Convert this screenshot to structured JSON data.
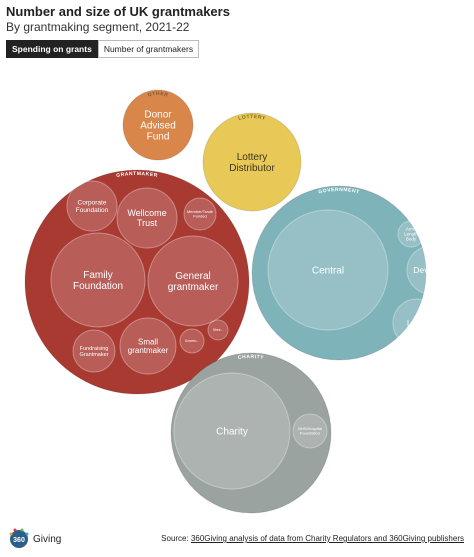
{
  "header": {
    "title": "Number and size of UK grantmakers",
    "subtitle": "By grantmaking segment, 2021-22"
  },
  "toggles": [
    {
      "label": "Spending on grants",
      "active": true
    },
    {
      "label": "Number of grantmakers",
      "active": false
    }
  ],
  "footer": {
    "logo_text": "Giving",
    "logo_mark": "360",
    "source_prefix": "Source: ",
    "source_link": "360Giving analysis of data from Charity Regulators and 360Giving publishers"
  },
  "colors": {
    "other": "#d9864a",
    "lottery": "#e8c957",
    "grantmaker": "#a93a32",
    "government": "#7fb3ba",
    "charity": "#9aa39f"
  },
  "chart_data": {
    "type": "packed-bubble",
    "title": "Number and size of UK grantmakers",
    "measure": "Spending on grants",
    "groups": [
      {
        "key": "other",
        "label": "OTHER",
        "children": [
          {
            "name": "Donor Advised Fund",
            "label_lines": [
              "Donor",
              "Advised",
              "Fund"
            ]
          }
        ]
      },
      {
        "key": "lottery",
        "label": "LOTTERY",
        "children": [
          {
            "name": "Lottery Distributor",
            "label_lines": [
              "Lottery",
              "Distributor"
            ]
          }
        ]
      },
      {
        "key": "grantmaker",
        "label": "GRANTMAKER",
        "children": [
          {
            "name": "Family Foundation",
            "label_lines": [
              "Family",
              "Foundation"
            ]
          },
          {
            "name": "General grantmaker",
            "label_lines": [
              "General",
              "grantmaker"
            ]
          },
          {
            "name": "Small grantmaker",
            "label_lines": [
              "Small",
              "grantmaker"
            ]
          },
          {
            "name": "Wellcome Trust",
            "label_lines": [
              "Wellcome",
              "Trust"
            ]
          },
          {
            "name": "Corporate Foundation",
            "label_lines": [
              "Corporate",
              "Foundation"
            ]
          },
          {
            "name": "Fundraising Grantmaker",
            "label_lines": [
              "Fundraising",
              "Grantmaker"
            ]
          },
          {
            "name": "Member/Trade Funded",
            "label_lines": [
              "Member/Trade",
              "Funded"
            ]
          },
          {
            "name": "Govern...",
            "label_lines": [
              "Govern..."
            ]
          },
          {
            "name": "Stree...",
            "label_lines": [
              "Stree..."
            ]
          }
        ]
      },
      {
        "key": "government",
        "label": "GOVERNMENT",
        "children": [
          {
            "name": "Central",
            "label_lines": [
              "Central"
            ]
          },
          {
            "name": "Devolved",
            "label_lines": [
              "Devolved"
            ]
          },
          {
            "name": "Local",
            "label_lines": [
              "Local"
            ]
          },
          {
            "name": "Arms Length Body",
            "label_lines": [
              "Arms",
              "Length",
              "Body"
            ]
          }
        ]
      },
      {
        "key": "charity",
        "label": "CHARITY",
        "children": [
          {
            "name": "Charity",
            "label_lines": [
              "Charity"
            ]
          },
          {
            "name": "NHS/Hospital Foundation",
            "label_lines": [
              "NHS/Hospital",
              "Foundation"
            ]
          }
        ]
      }
    ]
  }
}
